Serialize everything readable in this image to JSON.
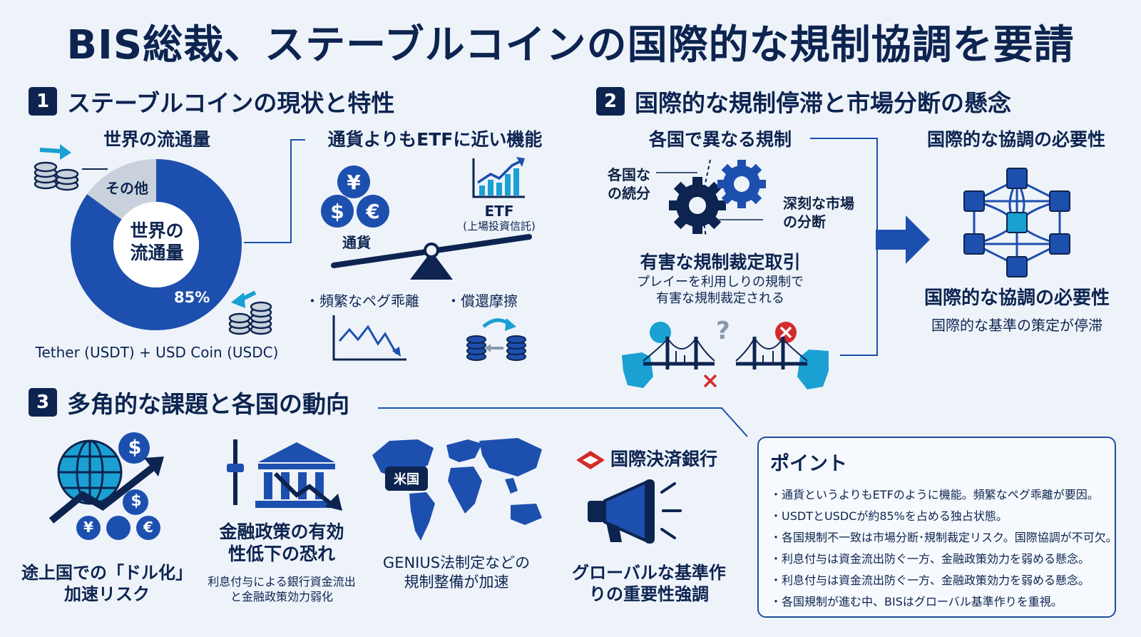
{
  "title": "BIS総裁、ステーブルコインの国際的な規制協調を要請",
  "section1": {
    "num": "1",
    "heading": "ステーブルコインの現状と特性",
    "circulation_title": "世界の流通量",
    "donut_center": [
      "世界の",
      "流通量"
    ],
    "others_label": "その他",
    "share_label": "85%",
    "share_value": 85,
    "tether_label": "Tether (USDT) + USD Coin (USDC)",
    "etf_title": "通貨よりもETFに近い機能",
    "currency_label": "通貨",
    "currency_symbols": [
      "¥",
      "$",
      "€"
    ],
    "etf_label": "ETF",
    "etf_sub": "(上場投資信託)",
    "bullet_peg": "・頻繁なペグ乖離",
    "bullet_redemption": "・償還摩擦"
  },
  "section2": {
    "num": "2",
    "heading": "国際的な規制停滞と市場分断の懸念",
    "diff_title": "各国で異なる規制",
    "continuation": [
      "各国な",
      "の続分"
    ],
    "fragmentation": [
      "深刻な市場",
      "の分断"
    ],
    "arbitrage_title": "有害な規制裁定取引",
    "arbitrage_desc": [
      "プレイーを利用しりの規制で",
      "有害な規制裁定される"
    ],
    "question_mark": "?",
    "coop_title": "国際的な協調の必要性",
    "coop_big": "国際的な協調の必要性",
    "coop_sub": "国際的な基準の策定が停滞"
  },
  "section3": {
    "num": "3",
    "heading": "多角的な課題と各国の動向",
    "dollarization": [
      "途上国での「ドル化」",
      "加速リスク"
    ],
    "coin_symbols": [
      "$",
      "$",
      "¥",
      "€"
    ],
    "policy_title": [
      "金融政策の有効",
      "性低下の恐れ"
    ],
    "policy_sub": [
      "利息付与による銀行資金流出",
      "と金融政策効力弱化"
    ],
    "us_label": "米国",
    "genius": [
      "GENIUS法制定などの",
      "規制整備が加速"
    ],
    "bis_name": "国際決済銀行",
    "global_std": [
      "グローバルな基準作",
      "りの重要性強調"
    ]
  },
  "points": {
    "title": "ポイント",
    "items": [
      "・通貨というよりもETFのように機能。頻繁なペグ乖離が要因。",
      "・USDTとUSDCが約85%を占める独占状態。",
      "・各国規制不一致は市場分断･規制裁定リスク。国際協調が不可欠。",
      "・利息付与は資金流出防ぐ一方、金融政策効力を弱める懸念。",
      "・利息付与は資金流出防ぐ一方、金融政策効力を弱める懸念。",
      "・各国規制が進む中、BISはグローバル基準作りを重視。"
    ]
  },
  "colors": {
    "navy": "#0d2450",
    "blue": "#1d4fae",
    "teal": "#1aa0d2",
    "gray": "#c9d1dc",
    "red": "#d32b2b"
  }
}
